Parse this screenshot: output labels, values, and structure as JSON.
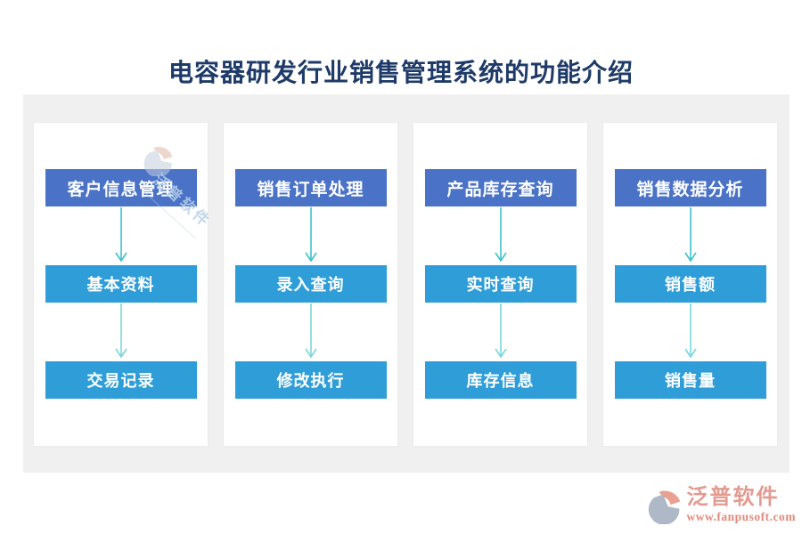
{
  "page": {
    "title": "电容器研发行业销售管理系统的功能介绍"
  },
  "flow": {
    "columns": [
      {
        "level1": "客户信息管理",
        "level2": "基本资料",
        "level3": "交易记录"
      },
      {
        "level1": "销售订单处理",
        "level2": "录入查询",
        "level3": "修改执行"
      },
      {
        "level1": "产品库存查询",
        "level2": "实时查询",
        "level3": "库存信息"
      },
      {
        "level1": "销售数据分析",
        "level2": "销售额",
        "level3": "销售量"
      }
    ]
  },
  "watermark": {
    "text": "泛普软件"
  },
  "footer": {
    "brand": "泛普软件",
    "url": "www.fanpusoft.com"
  },
  "colors": {
    "title_text": "#1e3a68",
    "level1_node": "#4a72c7",
    "sub_node": "#2f9ed8",
    "arrow_upper": "#3ec1c9",
    "arrow_lower": "#79d7d9",
    "panel_background": "#f0f0f1",
    "brand_salmon": "#e39a90",
    "brand_gray_blue": "#93a1b4"
  }
}
